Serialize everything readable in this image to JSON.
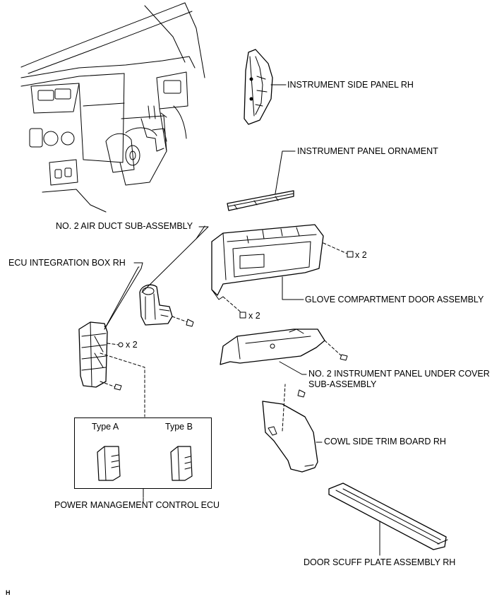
{
  "labels": {
    "instrument_side_panel_rh": "INSTRUMENT SIDE PANEL RH",
    "instrument_panel_ornament": "INSTRUMENT PANEL ORNAMENT",
    "no2_air_duct": "NO. 2 AIR DUCT SUB-ASSEMBLY",
    "ecu_integration_box_rh": "ECU INTEGRATION BOX RH",
    "glove_compartment_door": "GLOVE COMPARTMENT DOOR ASSEMBLY",
    "no2_under_cover": "NO. 2 INSTRUMENT PANEL UNDER COVER SUB-ASSEMBLY",
    "cowl_side_trim": "COWL SIDE TRIM BOARD RH",
    "door_scuff_plate": "DOOR SCUFF PLATE ASSEMBLY RH",
    "power_management_ecu": "POWER MANAGEMENT CONTROL ECU"
  },
  "ecu_types": {
    "type_a": "Type A",
    "type_b": "Type B"
  },
  "quantities": {
    "glove_bolts": "x 2",
    "glove_lower_bolts": "x 2",
    "ecu_box_bolts": "x 2"
  },
  "footer_code": "H"
}
